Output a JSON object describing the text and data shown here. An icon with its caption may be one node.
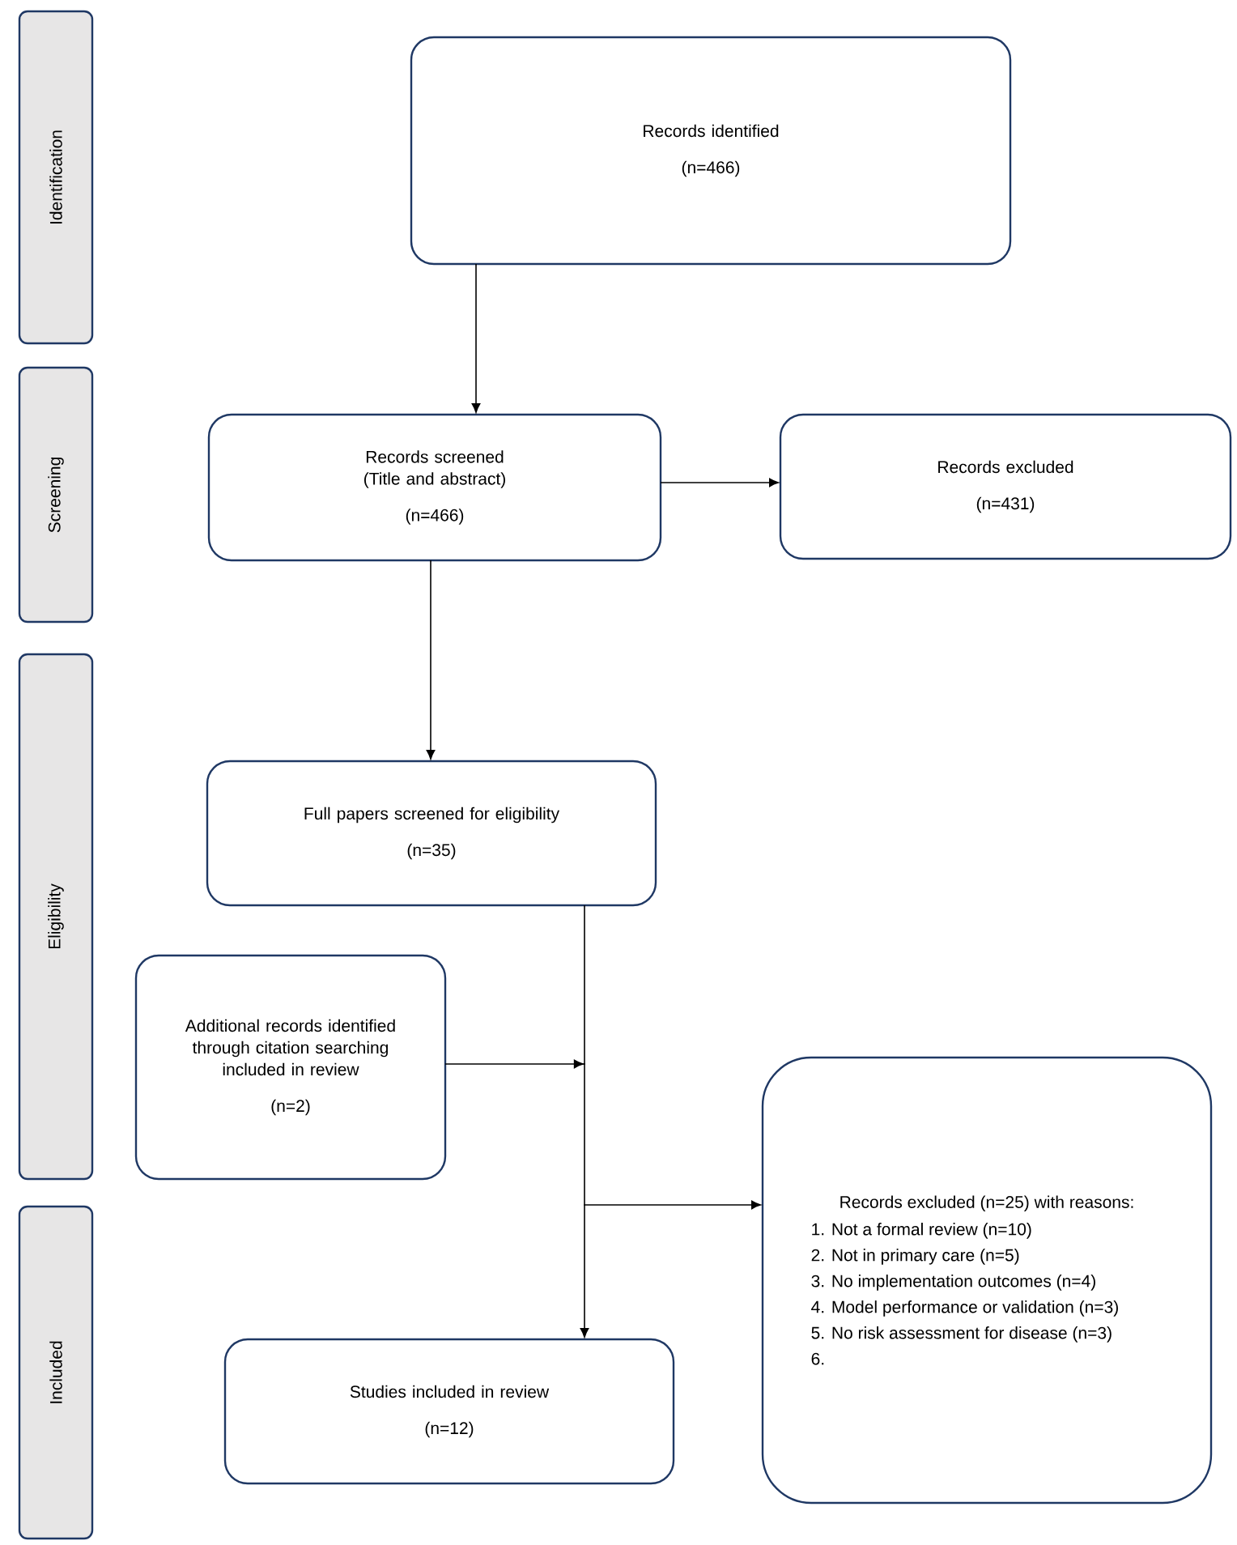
{
  "diagram": {
    "nodes": [
      {
        "text": [
          "Identification"
        ]
      },
      {
        "text": [
          "Screening"
        ]
      },
      {
        "text": [
          "Eligibility"
        ]
      },
      {
        "text": [
          "Included"
        ]
      },
      {
        "text": [
          "Records identified",
          "(n=466)"
        ]
      },
      {
        "text": [
          "Records screened (Title and abstract)",
          "(n=466)"
        ]
      },
      {
        "text": [
          "Records excluded",
          "(n=431)"
        ]
      },
      {
        "text": [
          "Full papers screened for eligibility",
          "(n=35)"
        ]
      },
      {
        "text": [
          "Additional records identified through citation searching included in review",
          "(n=2)"
        ]
      },
      {
        "text": [
          "Records excluded (n=25) with reasons:",
          "1. Not a formal review (n=10)",
          "2. Not in primary care (n=5)",
          "3. No implementation outcomes (n=4)",
          "4. Model performance or validation (n=3)",
          "5. No risk assessment for disease (n=3)",
          "6."
        ]
      },
      {
        "text": [
          "Studies included in review",
          "(n=12)"
        ]
      }
    ],
    "edges": [
      {
        "from": 4,
        "to": 5,
        "arrow": "to"
      },
      {
        "from": 5,
        "to": 6,
        "arrow": "to"
      },
      {
        "from": 5,
        "to": 7,
        "arrow": "to"
      },
      {
        "from": 7,
        "to": 10,
        "arrow": "to"
      },
      {
        "from": 8,
        "to": 10,
        "arrow": "to"
      },
      {
        "from": 7,
        "to": 9,
        "arrow": "to"
      },
      {
        "from": 8,
        "to": 9,
        "arrow": "to"
      }
    ]
  }
}
